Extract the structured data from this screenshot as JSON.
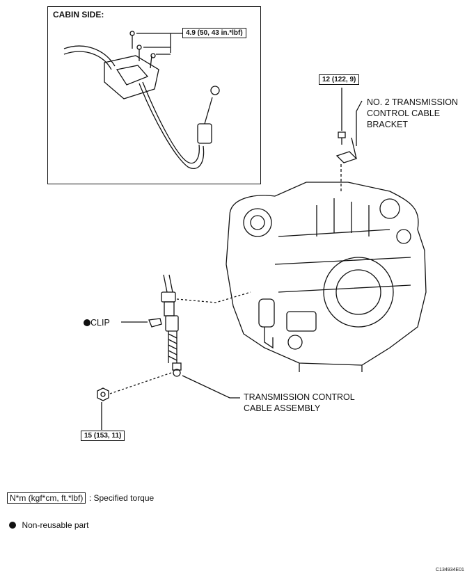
{
  "cabin_side": {
    "title": "CABIN SIDE:",
    "torque": "4.9 (50, 43 in.*lbf)"
  },
  "bracket": {
    "torque": "12 (122, 9)",
    "label_lines": [
      "NO. 2 TRANSMISSION",
      "CONTROL CABLE",
      "BRACKET"
    ]
  },
  "clip": {
    "label": "CLIP"
  },
  "cable_assembly": {
    "label_lines": [
      "TRANSMISSION CONTROL",
      "CABLE ASSEMBLY"
    ]
  },
  "nut": {
    "torque": "15 (153, 11)"
  },
  "legend": {
    "torque_unit": "N*m (kgf*cm, ft.*lbf)",
    "torque_desc": ": Specified torque",
    "nonreusable_desc": "Non-reusable part"
  },
  "figure_code": "C134934E01",
  "colors": {
    "line": "#111111",
    "background": "#ffffff"
  }
}
